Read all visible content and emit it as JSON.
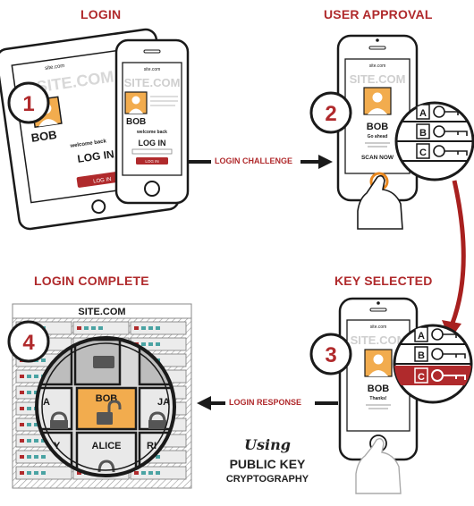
{
  "steps": {
    "login": {
      "title": "LOGIN",
      "number": "1"
    },
    "approval": {
      "title": "USER APPROVAL",
      "number": "2"
    },
    "complete": {
      "title": "LOGIN COMPLETE",
      "number": "4"
    },
    "selected": {
      "title": "KEY SELECTED",
      "number": "3"
    }
  },
  "arrows": {
    "challenge": "LOGIN CHALLENGE",
    "response": "LOGIN RESPONSE"
  },
  "tablet": {
    "url": "site.com",
    "site": "SITE.COM",
    "user": "BOB",
    "welcome": "welcome back",
    "login_heading": "LOG IN",
    "login_button": "LOG IN"
  },
  "phone_login": {
    "url": "site.com",
    "site": "SITE.COM",
    "user": "BOB",
    "welcome": "welcome back",
    "login_heading": "LOG IN",
    "login_button": "LOG IN"
  },
  "phone_approval": {
    "url": "site.com",
    "site": "SITE.COM",
    "user": "BOB",
    "status": "Go ahead",
    "action": "SCAN NOW"
  },
  "phone_selected": {
    "url": "site.com",
    "site": "SITE.COM",
    "user": "BOB",
    "status": "Thanks!"
  },
  "keys": {
    "a": "A",
    "b": "B",
    "c": "C"
  },
  "server": {
    "site": "SITE.COM",
    "user_bob": "BOB",
    "user_alice": "ALICE",
    "partial_left": "A",
    "partial_right": "JA",
    "partial_bottom_left": "Y",
    "partial_bottom_right": "RI"
  },
  "caption": {
    "using": "Using",
    "line1": "PUBLIC KEY",
    "line2": "CRYPTOGRAPHY"
  },
  "colors": {
    "accent": "#b02a2c",
    "avatar": "#f2ac4e",
    "ink": "#1a1a1a"
  }
}
